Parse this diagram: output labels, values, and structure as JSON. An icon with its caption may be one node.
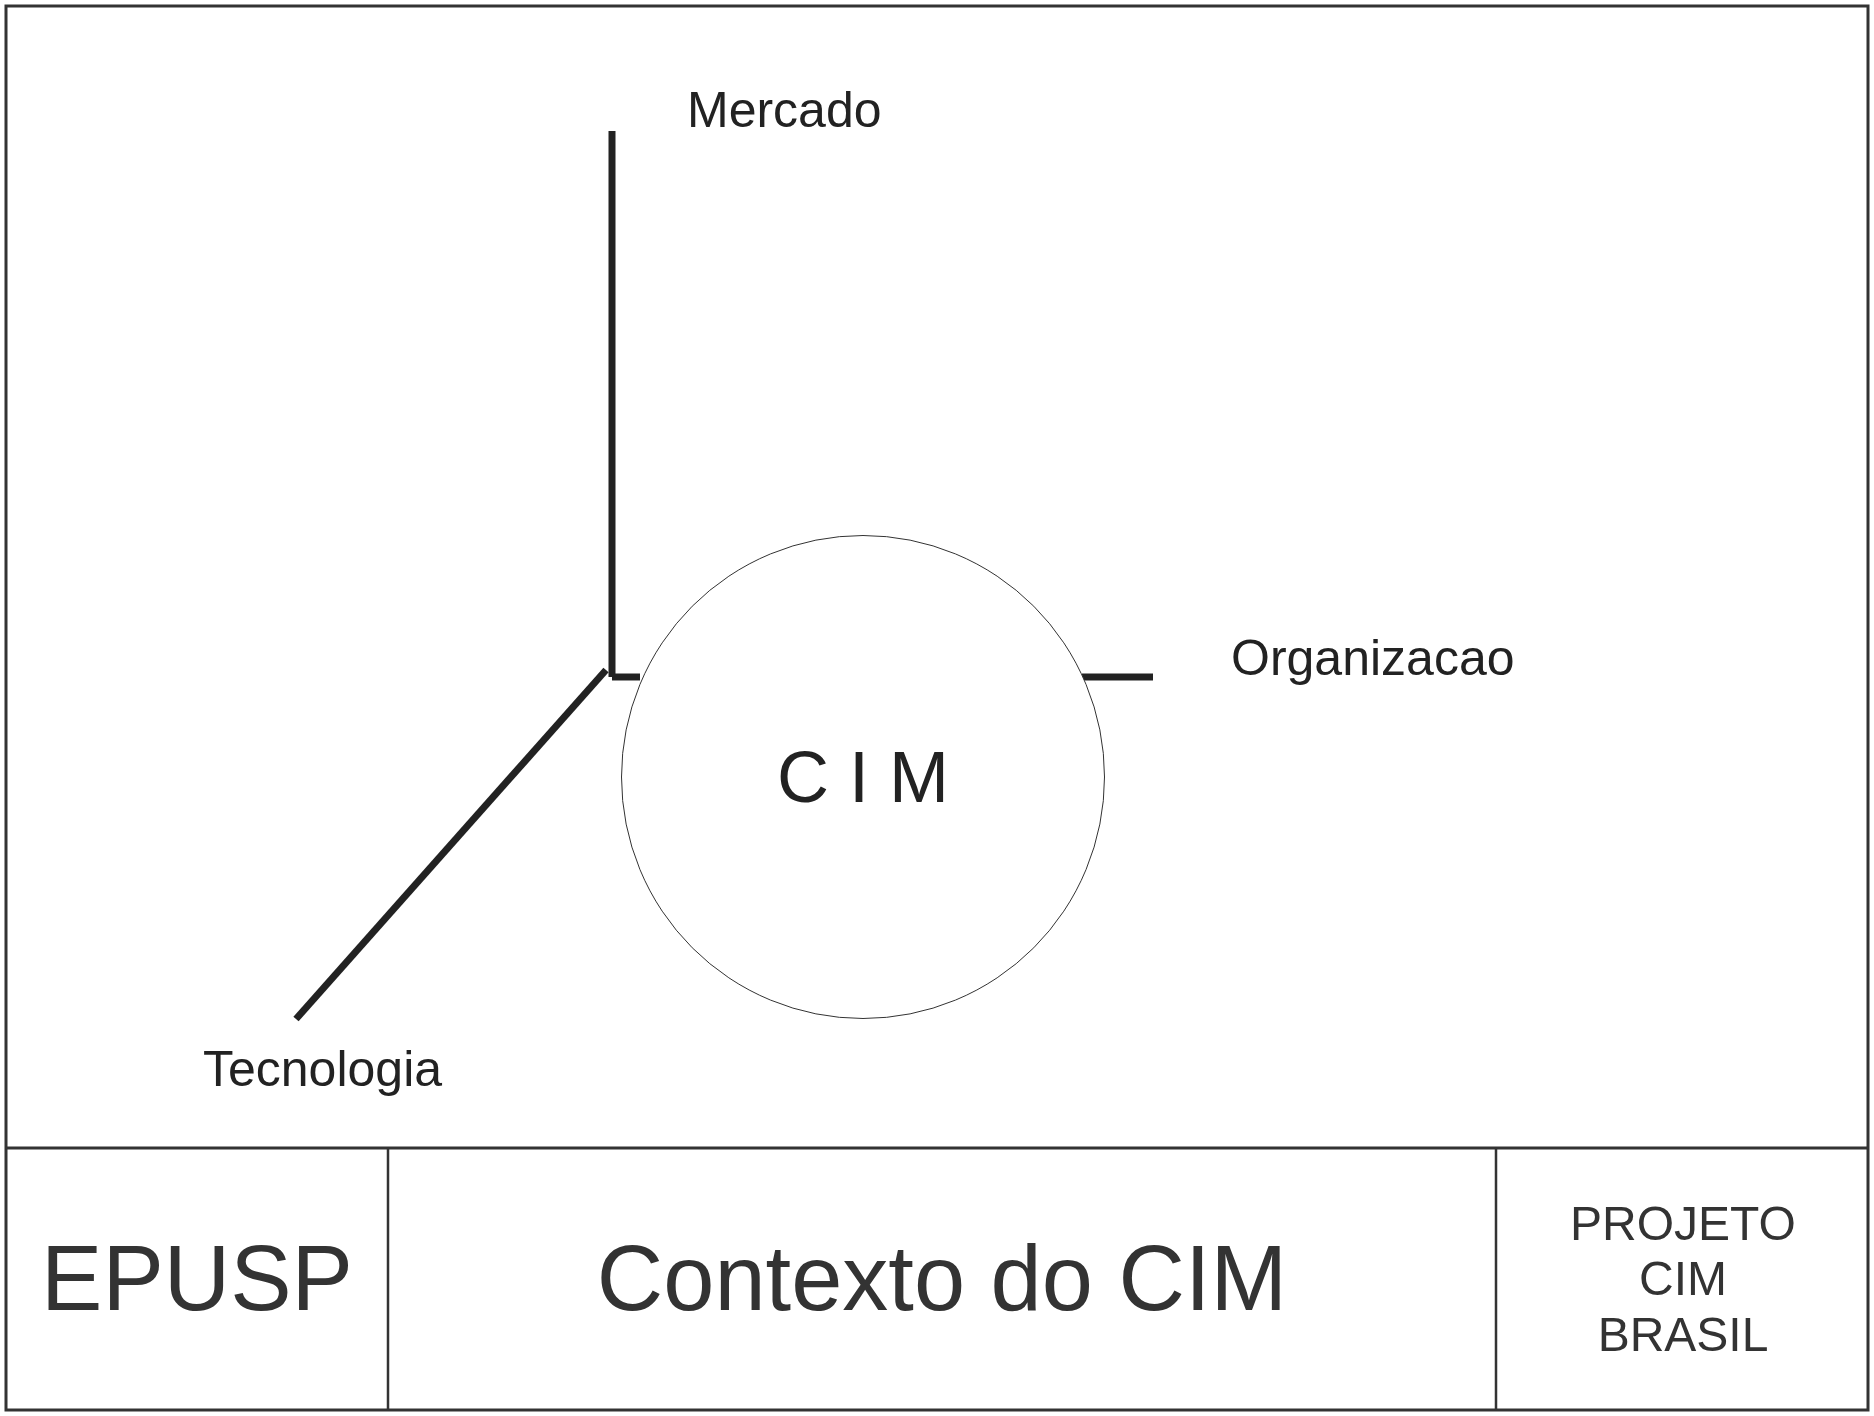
{
  "diagram": {
    "title": "Contexto do CIM",
    "nodes": [
      {
        "text": [
          "C I M"
        ]
      }
    ],
    "labels": [
      "Mercado",
      "Organizacao",
      "Tecnologia",
      "EPUSP",
      "PROJETO CIM BRASIL"
    ]
  }
}
